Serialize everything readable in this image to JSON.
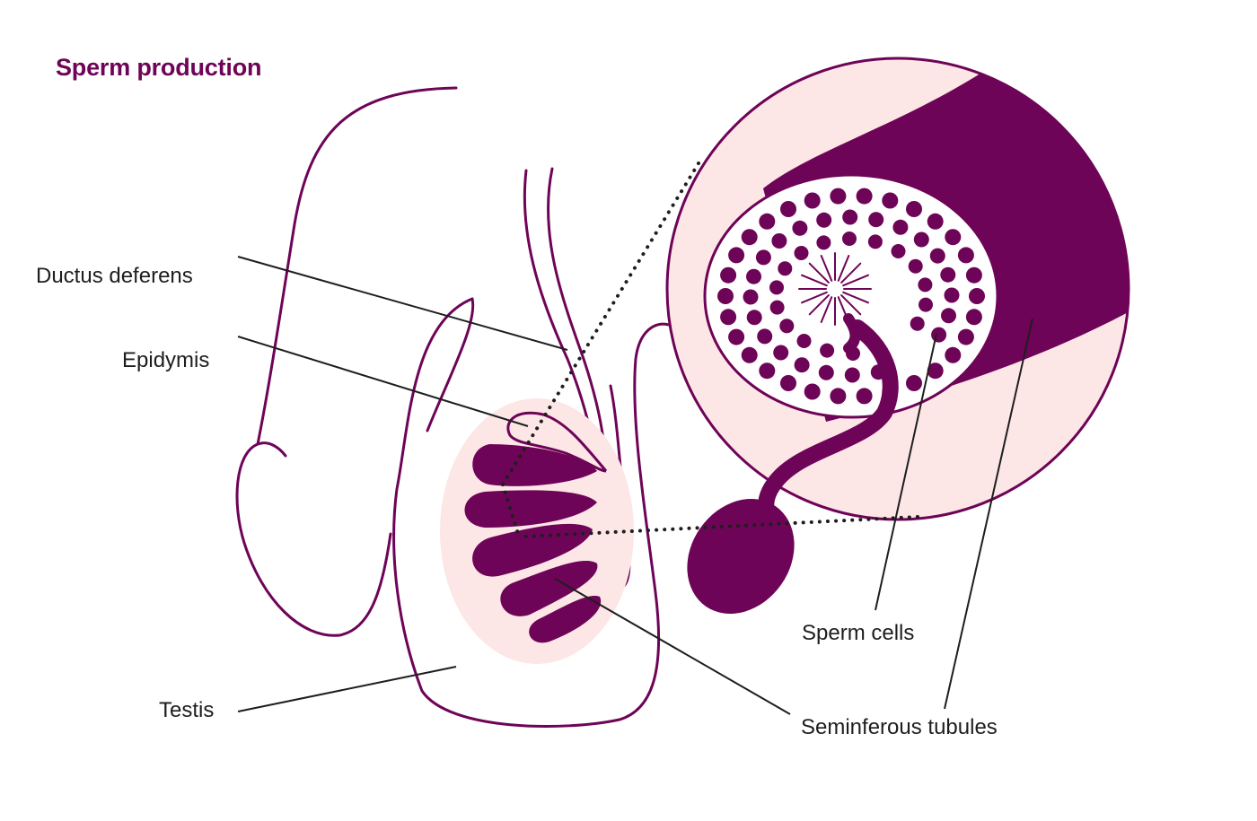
{
  "title": "Sperm production",
  "labels": {
    "ductus_deferens": "Ductus deferens",
    "epidydmis": "Epidymis",
    "testis": "Testis",
    "sperm_cells": "Sperm cells",
    "seminiferous_tubules": "Seminferous tubules"
  },
  "colors": {
    "primary": "#6e0457",
    "highlight": "#fde6e6",
    "leader_line": "#1e1e1e",
    "text": "#1e1e1e",
    "background": "#ffffff"
  }
}
